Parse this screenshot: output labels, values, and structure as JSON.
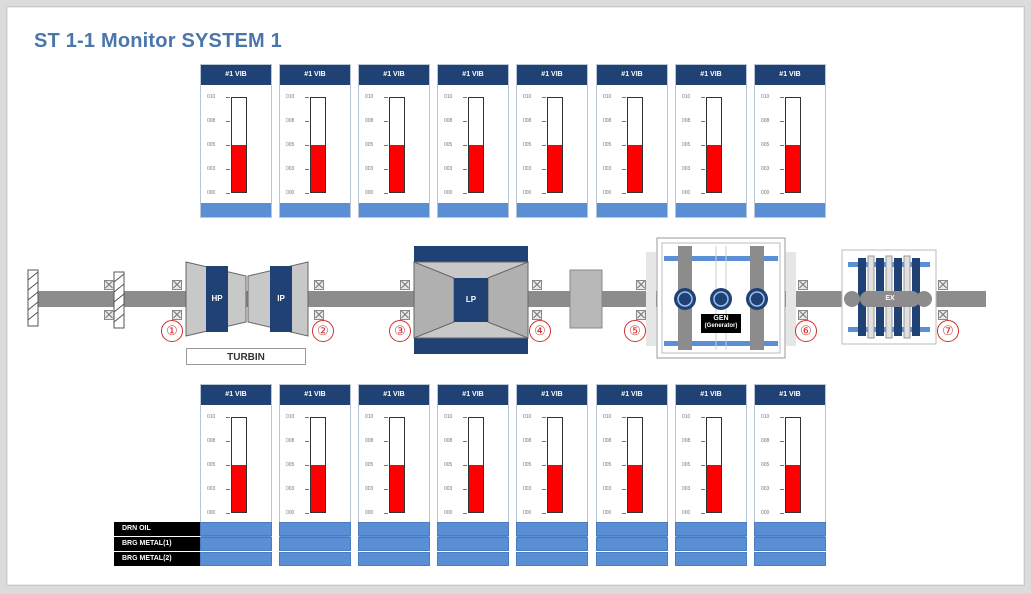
{
  "title": "ST 1-1 Monitor SYSTEM 1",
  "colors": {
    "header": "#1f4174",
    "footer": "#5a8fd6",
    "fill": "#ff0000",
    "title": "#4a76ac",
    "marker": "#d03030"
  },
  "top_cards": [
    {
      "label": "#1 VIB",
      "level": 0.5
    },
    {
      "label": "#1 VIB",
      "level": 0.5
    },
    {
      "label": "#1 VIB",
      "level": 0.5
    },
    {
      "label": "#1 VIB",
      "level": 0.5
    },
    {
      "label": "#1 VIB",
      "level": 0.5
    },
    {
      "label": "#1 VIB",
      "level": 0.5
    },
    {
      "label": "#1 VIB",
      "level": 0.5
    },
    {
      "label": "#1 VIB",
      "level": 0.5
    }
  ],
  "bottom_cards": [
    {
      "label": "#1 VIB",
      "level": 0.5
    },
    {
      "label": "#1 VIB",
      "level": 0.5
    },
    {
      "label": "#1 VIB",
      "level": 0.5
    },
    {
      "label": "#1 VIB",
      "level": 0.5
    },
    {
      "label": "#1 VIB",
      "level": 0.5
    },
    {
      "label": "#1 VIB",
      "level": 0.5
    },
    {
      "label": "#1 VIB",
      "level": 0.5
    },
    {
      "label": "#1 VIB",
      "level": 0.5
    }
  ],
  "gauge_ticks": [
    "010",
    "008",
    "005",
    "003",
    "000"
  ],
  "rows": [
    "DRN OIL",
    "BRG METAL(1)",
    "BRG METAL(2)"
  ],
  "bearings": [
    "①",
    "②",
    "③",
    "④",
    "⑤",
    "⑥",
    "⑦"
  ],
  "machines": {
    "hp": "HP",
    "ip": "IP",
    "lp": "LP",
    "gen": "GEN",
    "gen_sub": "(Generator)",
    "ex": "EX",
    "turbin": "TURBIN"
  }
}
